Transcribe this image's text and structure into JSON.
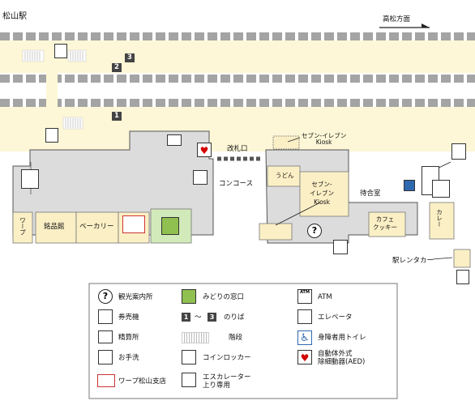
{
  "station_name": "松山駅",
  "direction_label": "高松方面",
  "platforms": {
    "p1": "1",
    "p2": "2",
    "p3": "3"
  },
  "areas": {
    "ticket_gate": "改札口",
    "concourse": "コンコース",
    "waiting_room": "待合室",
    "seven_eleven": "セブン-イレブン\nKiosk",
    "seven_eleven_inner": "セブン-\nイレブン\nKiosk",
    "udon": "うどん",
    "cafe": "カフェ\nクッキー",
    "curry": "カレー",
    "meihinkan": "銘品館",
    "bakery": "ベーカリー",
    "warp_side": "ワープ",
    "rent_a_car": "駅レンタカー"
  },
  "legend": {
    "info_center": "観光案内所",
    "midori": "みどりの窓口",
    "atm": "ATM",
    "ticket_machine": "券売機",
    "platforms_range": "～",
    "platforms_label": "のりば",
    "elevator": "エレベータ",
    "fare_adjust": "精算所",
    "stairs": "階段",
    "accessible_toilet": "身障者用トイレ",
    "toilet": "お手洗",
    "lockers": "コインロッカー",
    "aed": "自動体外式\n除細動器(AED)",
    "warp": "ワープ松山支店",
    "escalator": "エスカレーター\n上り専用"
  },
  "colors": {
    "platform": "#fdf7d7",
    "building": "#dcdcdc",
    "shop": "#fbefc5",
    "midori_green": "#d2eab9",
    "track_dash": "#a4a4a4",
    "dark_badge": "#444444",
    "border": "#777777"
  },
  "icons": [
    "question-icon",
    "midori-icon",
    "atm-icon",
    "ticket-machine-icon",
    "elevator-icon",
    "fare-adjust-icon",
    "stairs-icon",
    "accessible-toilet-icon",
    "toilet-icon",
    "locker-icon",
    "aed-icon",
    "warp-logo-icon",
    "escalator-icon"
  ]
}
